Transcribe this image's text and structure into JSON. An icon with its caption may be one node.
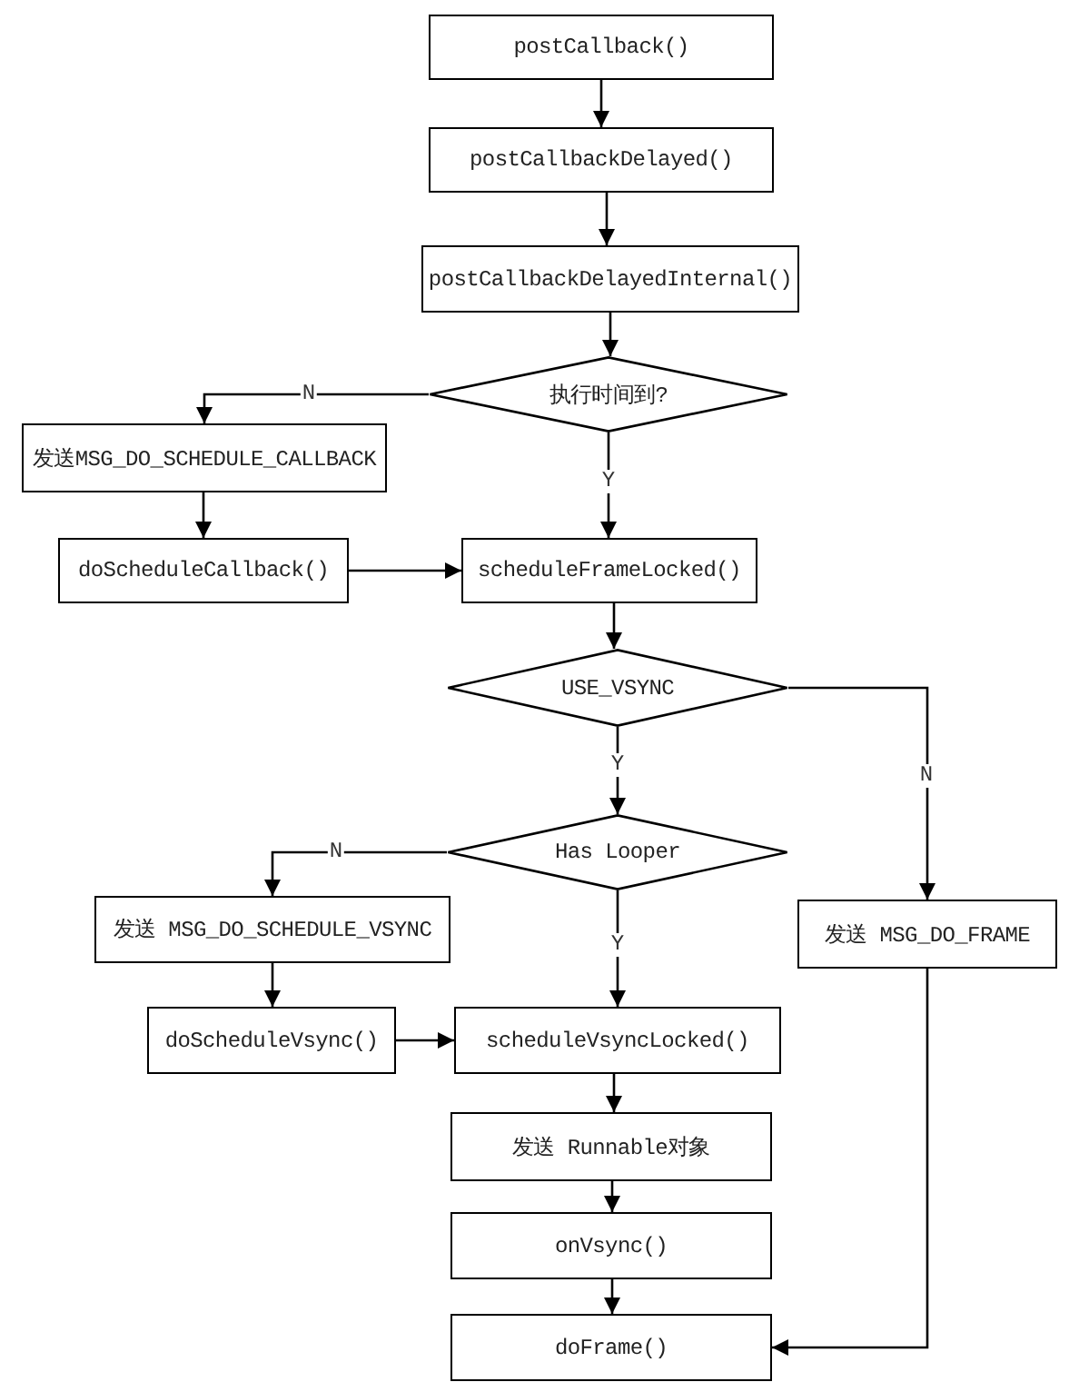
{
  "diagram": {
    "nodes": [
      {
        "text": [
          "postCallback()"
        ]
      },
      {
        "text": [
          "postCallbackDelayed()"
        ]
      },
      {
        "text": [
          "postCallbackDelayedInternal()"
        ]
      },
      {
        "text": [
          "执行时间到?"
        ]
      },
      {
        "text": [
          "发送MSG_DO_SCHEDULE_CALLBACK"
        ]
      },
      {
        "text": [
          "doScheduleCallback()"
        ]
      },
      {
        "text": [
          "scheduleFrameLocked()"
        ]
      },
      {
        "text": [
          "USE_VSYNC"
        ]
      },
      {
        "text": [
          "Has Looper"
        ]
      },
      {
        "text": [
          "发送 MSG_DO_SCHEDULE_VSYNC"
        ]
      },
      {
        "text": [
          "发送 MSG_DO_FRAME"
        ]
      },
      {
        "text": [
          "doScheduleVsync()"
        ]
      },
      {
        "text": [
          "scheduleVsyncLocked()"
        ]
      },
      {
        "text": [
          "发送 Runnable对象"
        ]
      },
      {
        "text": [
          "onVsync()"
        ]
      },
      {
        "text": [
          "doFrame()"
        ]
      }
    ],
    "edges": [
      {
        "from": 0,
        "to": 1,
        "arrow": "to"
      },
      {
        "from": 1,
        "to": 2,
        "arrow": "to"
      },
      {
        "from": 2,
        "to": 3,
        "arrow": "to"
      },
      {
        "from": 3,
        "to": 4,
        "arrow": "to",
        "label": "N"
      },
      {
        "from": 3,
        "to": 6,
        "arrow": "to",
        "label": "Y"
      },
      {
        "from": 4,
        "to": 5,
        "arrow": "to"
      },
      {
        "from": 5,
        "to": 6,
        "arrow": "to"
      },
      {
        "from": 6,
        "to": 7,
        "arrow": "to"
      },
      {
        "from": 7,
        "to": 8,
        "arrow": "to",
        "label": "Y"
      },
      {
        "from": 7,
        "to": 10,
        "arrow": "to",
        "label": "N"
      },
      {
        "from": 8,
        "to": 9,
        "arrow": "to",
        "label": "N"
      },
      {
        "from": 8,
        "to": 12,
        "arrow": "to",
        "label": "Y"
      },
      {
        "from": 9,
        "to": 11,
        "arrow": "to"
      },
      {
        "from": 11,
        "to": 12,
        "arrow": "to"
      },
      {
        "from": 12,
        "to": 13,
        "arrow": "to"
      },
      {
        "from": 13,
        "to": 14,
        "arrow": "to"
      },
      {
        "from": 14,
        "to": 15,
        "arrow": "to"
      },
      {
        "from": 10,
        "to": 15,
        "arrow": "to"
      }
    ]
  }
}
